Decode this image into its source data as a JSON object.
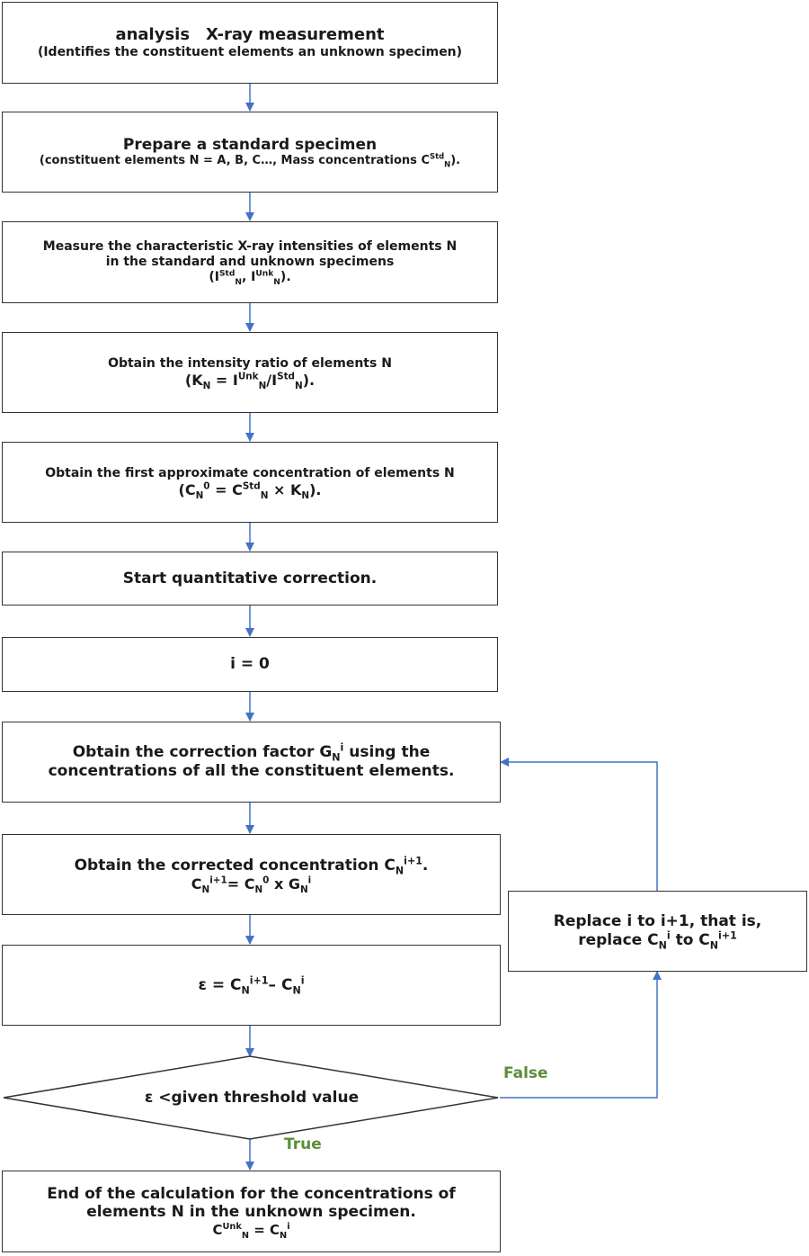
{
  "nodes": {
    "xray": {
      "line1": "analysis　X-ray measurement",
      "line2": "(Identifies the constituent elements  an unknown specimen)"
    },
    "prepare": {
      "line1": "Prepare a standard specimen",
      "line2_pre": "(constituent elements N = A, B, C…, Mass concentrations C",
      "line2_sup": "Std",
      "line2_sub": "N",
      "line2_post": ")."
    },
    "measure": {
      "line1": "Measure the characteristic X-ray intensities of elements N",
      "line2": "in the standard and unknown specimens",
      "l3_open": "(I",
      "l3_sup1": "Std",
      "l3_sub1": "N",
      "l3_mid": ", I",
      "l3_sup2": "Unk",
      "l3_sub2": "N",
      "l3_close": ")."
    },
    "ratio": {
      "line1": "Obtain the intensity ratio of elements N",
      "l2_open": "(K",
      "l2_sub1": "N",
      "l2_eq": " = I",
      "l2_sup2": "Unk",
      "l2_sub2": "N",
      "l2_slash": "/I",
      "l2_sup3": "Std",
      "l2_sub3": "N",
      "l2_close": ")."
    },
    "first_approx": {
      "line1": "Obtain the first approximate concentration of elements N",
      "l2_open": "(C",
      "l2_sub1": "N",
      "l2_sup1": "0",
      "l2_eq": " = C",
      "l2_sup2": "Std",
      "l2_sub2": "N",
      "l2_times": " × K",
      "l2_sub3": "N",
      "l2_close": ")."
    },
    "start": {
      "line1": "Start quantitative correction."
    },
    "init": {
      "line1": "i = 0"
    },
    "factor": {
      "l1_pre": "Obtain the correction factor G",
      "l1_sub": "N",
      "l1_sup": "i",
      "l1_post": " using the",
      "line2": "concentrations of all the constituent elements."
    },
    "corrected": {
      "l1_pre": "Obtain the corrected concentration C",
      "l1_sub": "N",
      "l1_sup": "i+1",
      "l1_post": ".",
      "l2_c": "C",
      "l2_sub1": "N",
      "l2_sup1": "i+1",
      "l2_eq": "= C",
      "l2_sub2": "N",
      "l2_sup2": "0",
      "l2_x": " x G",
      "l2_sub3": "N",
      "l2_sup3": "i"
    },
    "epsilon": {
      "l1_pre": "ε = C",
      "l1_sub1": "N",
      "l1_sup1": "i+1",
      "l1_mid": "– C",
      "l1_sub2": "N",
      "l1_sup2": "i"
    },
    "decision": {
      "text": "ε <given threshold value"
    },
    "replace": {
      "line1": "Replace i to i+1, that is,",
      "l2_pre": "replace C",
      "l2_sub1": "N",
      "l2_sup1": "i",
      "l2_mid": " to C",
      "l2_sub2": "N",
      "l2_sup2": "i+1"
    },
    "end": {
      "line1": "End of the calculation for the concentrations of",
      "line2": "elements N in the unknown specimen.",
      "l3_c": "C",
      "l3_sup1": "Unk",
      "l3_sub1": "N",
      "l3_eq": " = C",
      "l3_sub2": "N",
      "l3_sup2": "i"
    }
  },
  "labels": {
    "false": "False",
    "true": "True"
  },
  "colors": {
    "arrow": "#4472c4",
    "label": "#5a8f3a",
    "border": "#333333"
  }
}
